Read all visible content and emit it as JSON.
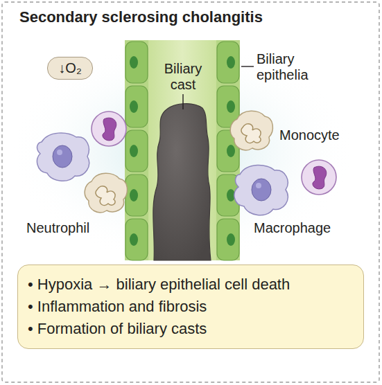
{
  "diagram": {
    "title": "Secondary sclerosing cholangitis",
    "nodes": [
      {
        "text": [
          "↓O₂"
        ]
      },
      {
        "text": [
          "• Hypoxia → biliary epithelial cell death",
          "• Inflammation and fibrosis",
          "• Formation of biliary casts"
        ]
      }
    ],
    "labels": [
      "Biliary cast",
      "Biliary epithelia",
      "Monocyte",
      "Neutrophil",
      "Macrophage"
    ]
  }
}
